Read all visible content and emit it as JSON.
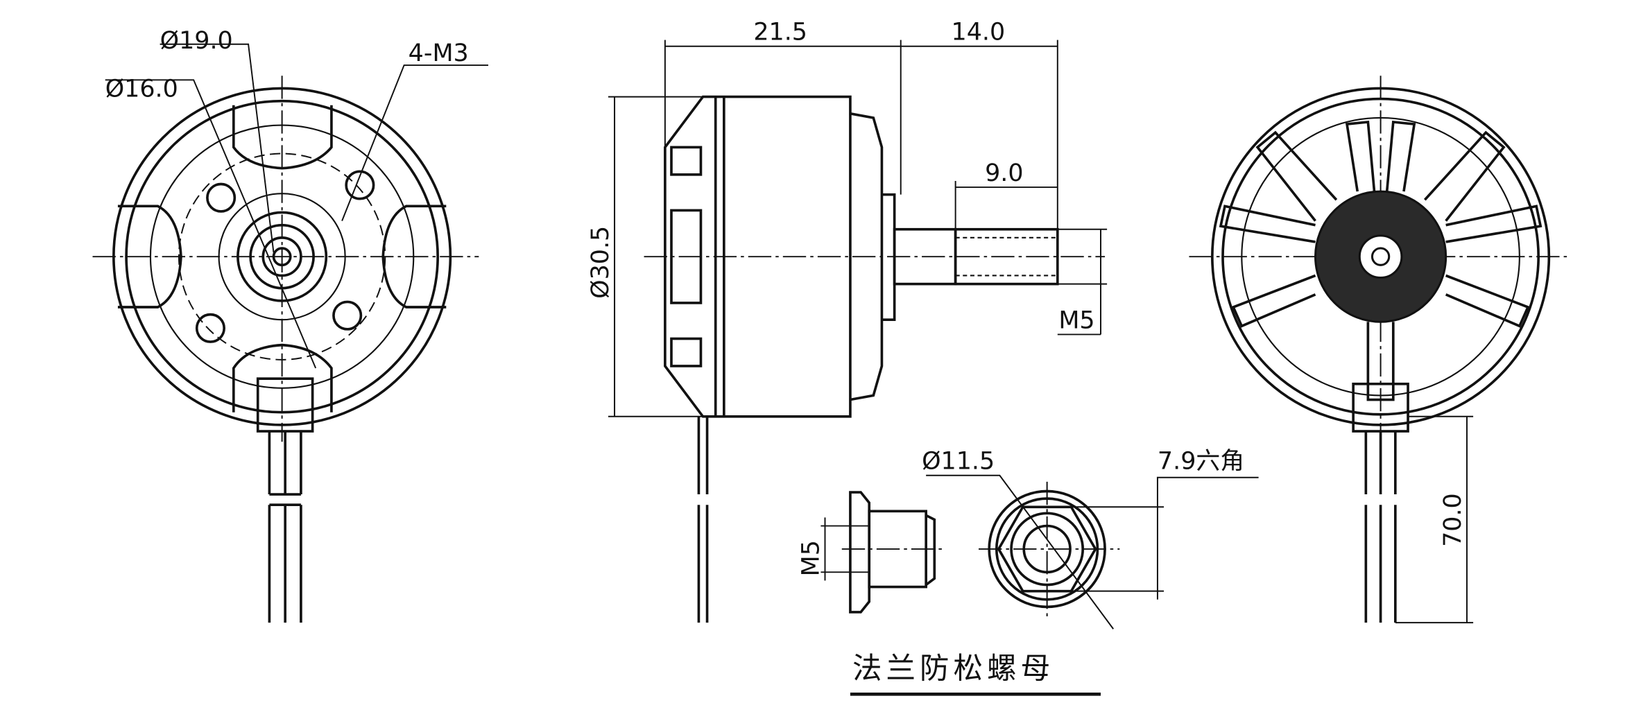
{
  "front_view": {
    "dim_outer_pcd": "Ø19.0",
    "dim_inner_pcd": "Ø16.0",
    "dim_holes": "4-M3"
  },
  "side_view": {
    "dim_body_length": "21.5",
    "dim_shaft_length": "14.0",
    "dim_thread_length": "9.0",
    "dim_diameter": "Ø30.5",
    "dim_shaft_thread": "M5"
  },
  "nut": {
    "dim_thread": "M5",
    "dim_flange_diameter": "Ø11.5",
    "dim_hex": "7.9六角",
    "title": "法兰防松螺母"
  },
  "rear_view": {
    "dim_wire_length": "70.0"
  },
  "colors": {
    "line": "#111111",
    "background": "#ffffff"
  }
}
